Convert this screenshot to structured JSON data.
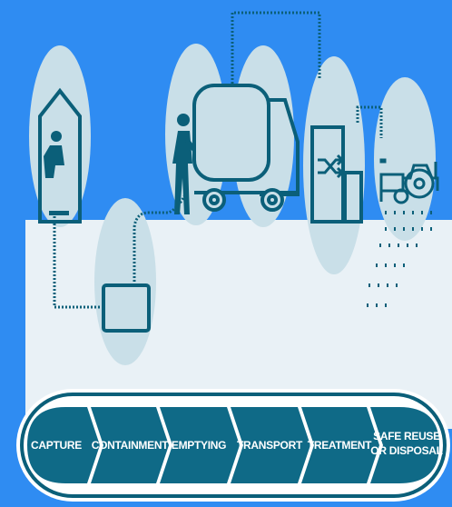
{
  "colors": {
    "background": "#2f8cf2",
    "ground": "#e9f1f6",
    "circle": "#c9dfe8",
    "primary": "#0b5f79",
    "arrow_fill": "#0f6a87",
    "text": "#ffffff"
  },
  "icons": [
    "house-icon",
    "squatting-person-icon",
    "containment-tank-icon",
    "worker-icon",
    "tanker-truck-icon",
    "treatment-plant-icon",
    "shuffle-icon",
    "tractor-icon",
    "trailer-icon",
    "water-drops-icon"
  ],
  "steps": [
    {
      "label": "CAPTURE"
    },
    {
      "label": "CONTAINMENT"
    },
    {
      "label": "EMPTYING"
    },
    {
      "label": "TRANSPORT"
    },
    {
      "label": "TREATMENT"
    },
    {
      "label_line1": "SAFE REUSE",
      "label_line2": "OR DISPOSAL"
    }
  ]
}
